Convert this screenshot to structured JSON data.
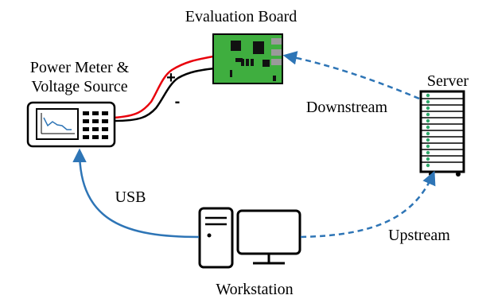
{
  "labels": {
    "evaluation_board": "Evaluation Board",
    "power_meter_line1": "Power Meter &",
    "power_meter_line2": "Voltage Source",
    "server": "Server",
    "workstation": "Workstation",
    "downstream": "Downstream",
    "upstream": "Upstream",
    "usb": "USB",
    "plus": "+",
    "minus": "-"
  },
  "colors": {
    "link_blue": "#2e75b6",
    "wire_red": "#e8000b",
    "wire_black": "#000000",
    "board_green": "#3fae3f",
    "server_led": "#2ea86a"
  }
}
